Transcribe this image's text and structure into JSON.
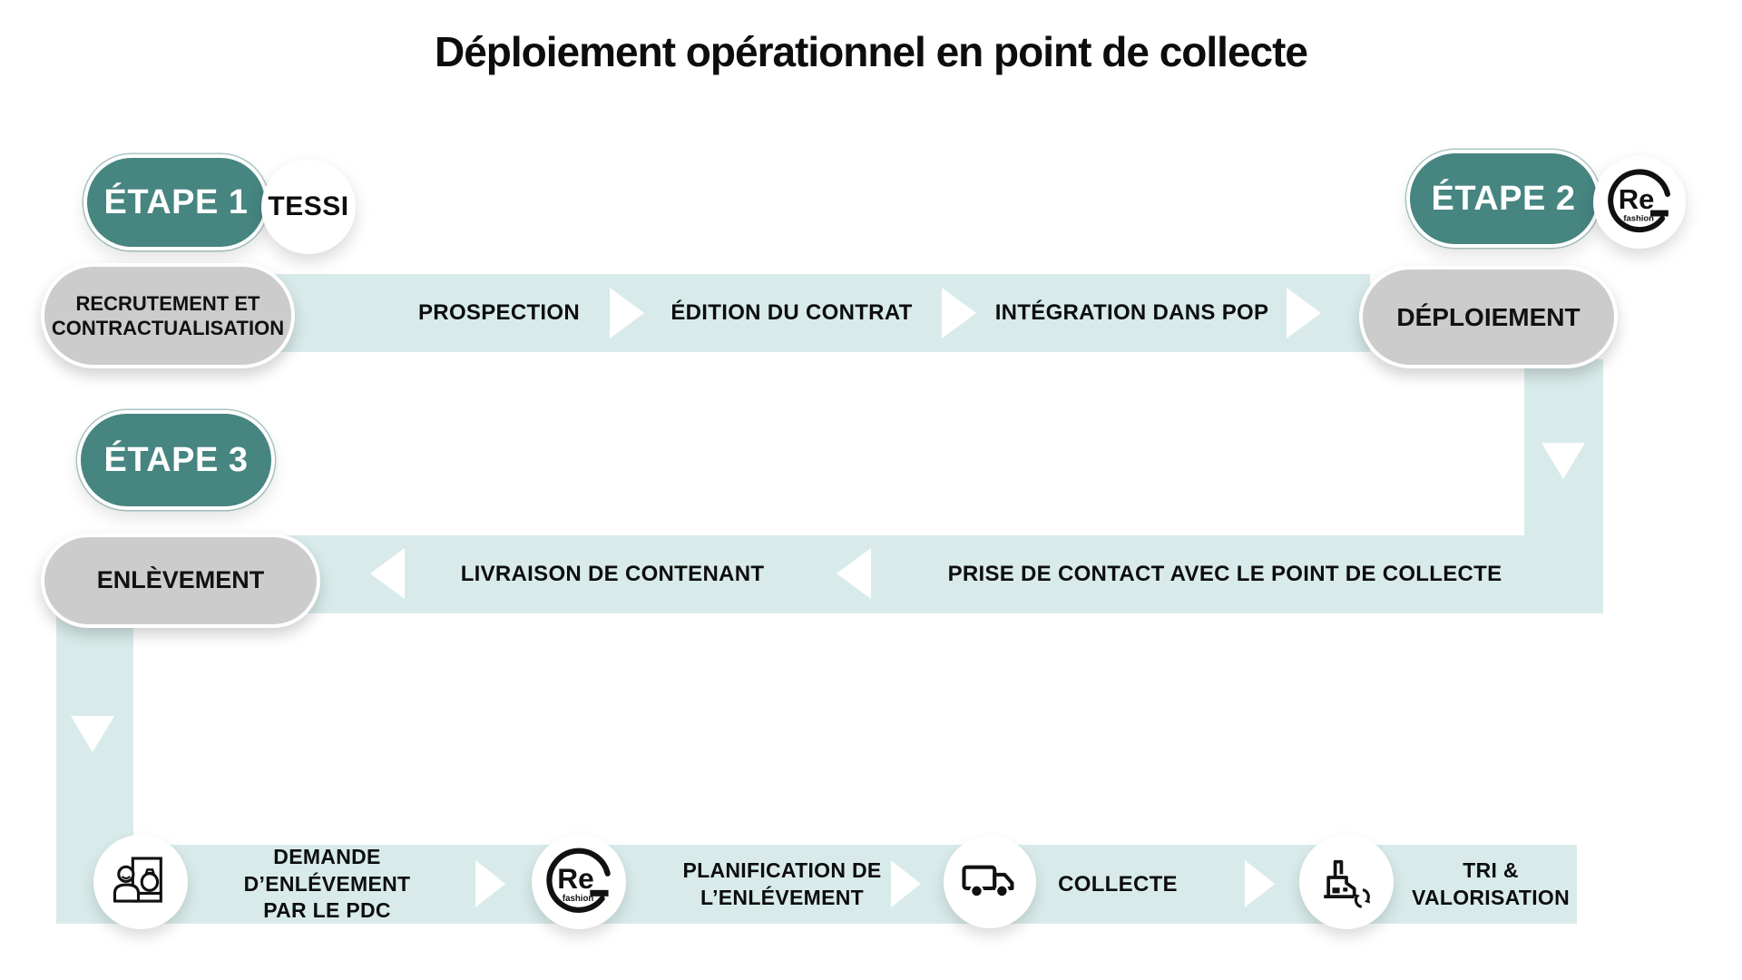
{
  "title": "Déploiement opérationnel en point de collecte",
  "colors": {
    "accent_teal": "#468580",
    "band_teal": "#d8ebea",
    "pill_gray": "#cccccc",
    "text": "#111111",
    "arrow": "#ffffff"
  },
  "stages": {
    "s1": {
      "label": "ÉTAPE 1",
      "badge": "TESSI"
    },
    "s2": {
      "label": "ÉTAPE 2",
      "badge_icon": "refashion-logo"
    },
    "s3": {
      "label": "ÉTAPE 3"
    }
  },
  "logo": {
    "re": "Re",
    "fashion": "fashion"
  },
  "row1": {
    "start": "RECRUTEMENT ET\nCONTRACTUALISATION",
    "steps": [
      "PROSPECTION",
      "ÉDITION DU CONTRAT",
      "INTÉGRATION DANS POP"
    ],
    "end": "DÉPLOIEMENT"
  },
  "row2": {
    "steps": [
      "PRISE DE CONTACT AVEC LE POINT DE COLLECTE",
      "LIVRAISON DE CONTENANT"
    ],
    "end": "ENLÈVEMENT"
  },
  "row3": {
    "steps": [
      {
        "icon": "person-with-bag-icon",
        "label": "DEMANDE D’ENLÉVEMENT\nPAR LE PDC"
      },
      {
        "icon": "refashion-logo",
        "label": "PLANIFICATION DE\nL’ENLÉVEMENT"
      },
      {
        "icon": "truck-icon",
        "label": "COLLECTE"
      },
      {
        "icon": "factory-recycle-icon",
        "label": "TRI &\nVALORISATION"
      }
    ]
  }
}
